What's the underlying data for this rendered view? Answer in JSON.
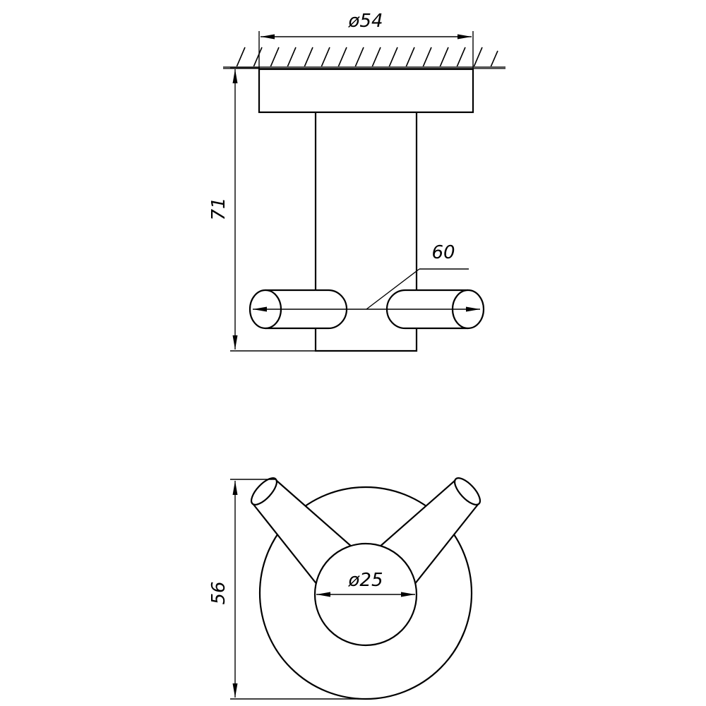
{
  "dimensions": {
    "top_width": "ø54",
    "height": "71",
    "hook_span": "60",
    "front_height": "56",
    "center_diameter": "ø25"
  },
  "colors": {
    "line": "#000000",
    "wall": "#555555",
    "background": "#ffffff"
  }
}
